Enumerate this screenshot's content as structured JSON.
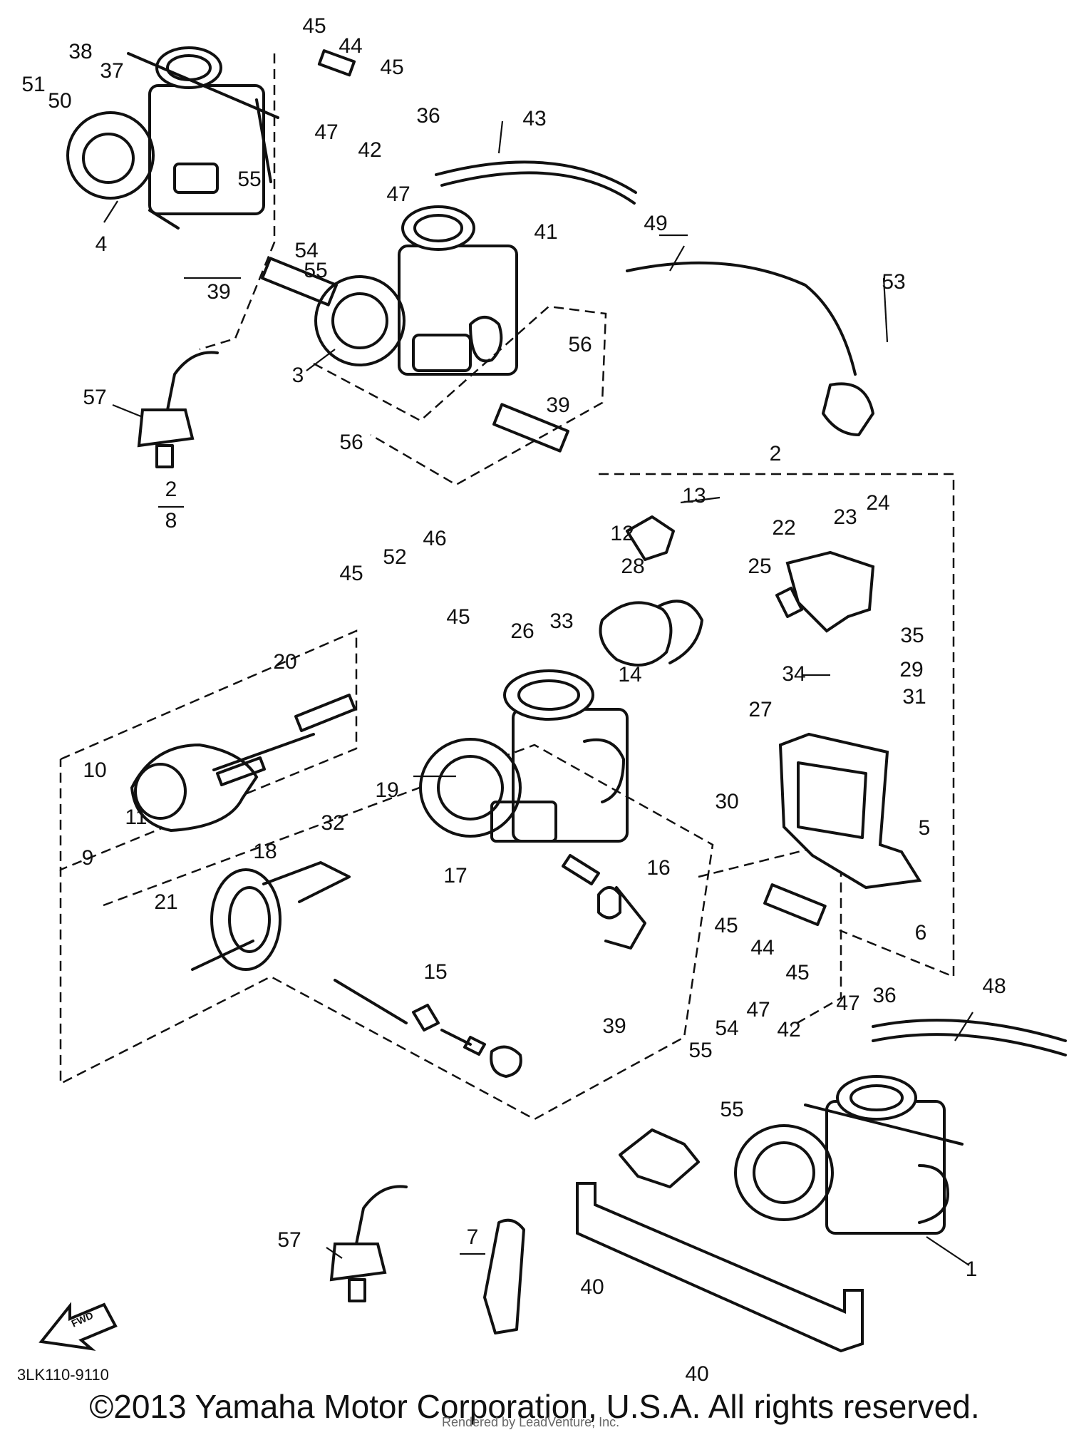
{
  "diagram_code": "3LK110-9110",
  "fwd_label": "FWD",
  "copyright": "©2013 Yamaha Motor Corporation, U.S.A. All rights reserved.",
  "rendered_by": "Rendered by LeadVenture, Inc.",
  "callouts": {
    "c1": "1",
    "c2a": "2",
    "c2b": "2",
    "c3": "3",
    "c4": "4",
    "c5": "5",
    "c6": "6",
    "c7": "7",
    "c8": "8",
    "c9": "9",
    "c10": "10",
    "c11": "11",
    "c12": "12",
    "c13": "13",
    "c14": "14",
    "c15": "15",
    "c16": "16",
    "c17": "17",
    "c18": "18",
    "c19": "19",
    "c20": "20",
    "c21": "21",
    "c22": "22",
    "c23": "23",
    "c24": "24",
    "c25": "25",
    "c26": "26",
    "c27": "27",
    "c28": "28",
    "c29": "29",
    "c30": "30",
    "c31": "31",
    "c32": "32",
    "c33": "33",
    "c34": "34",
    "c35": "35",
    "c36a": "36",
    "c36b": "36",
    "c37": "37",
    "c38": "38",
    "c39a": "39",
    "c39b": "39",
    "c39c": "39",
    "c40a": "40",
    "c40b": "40",
    "c41": "41",
    "c42a": "42",
    "c42b": "42",
    "c43": "43",
    "c44a": "44",
    "c44b": "44",
    "c45a": "45",
    "c45b": "45",
    "c45c": "45",
    "c45d": "45",
    "c45e": "45",
    "c45f": "45",
    "c46": "46",
    "c47a": "47",
    "c47b": "47",
    "c47c": "47",
    "c47d": "47",
    "c48": "48",
    "c49": "49",
    "c50": "50",
    "c51": "51",
    "c52": "52",
    "c53": "53",
    "c54a": "54",
    "c54b": "54",
    "c55a": "55",
    "c55b": "55",
    "c55c": "55",
    "c55d": "55",
    "c56a": "56",
    "c56b": "56",
    "c57a": "57",
    "c57b": "57"
  }
}
